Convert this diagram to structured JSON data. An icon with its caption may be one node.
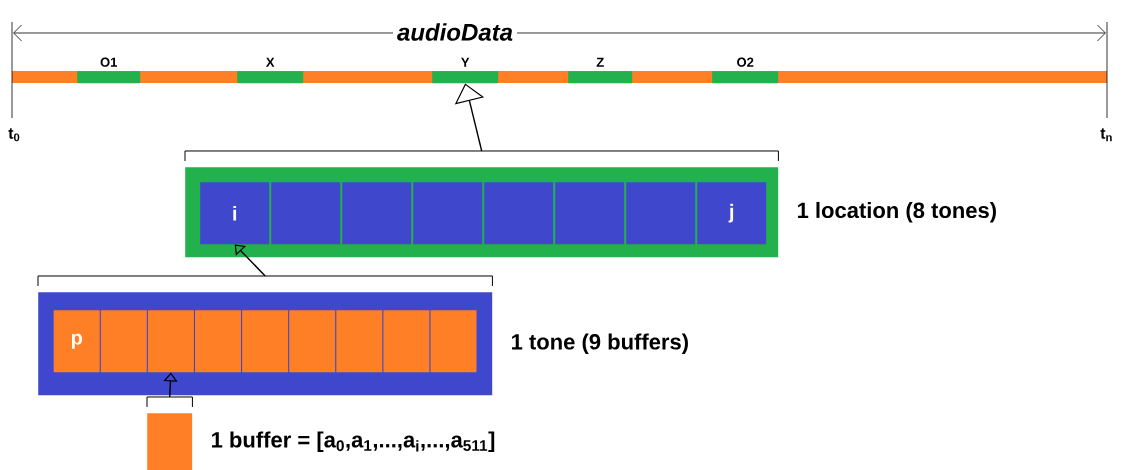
{
  "diagram": {
    "nodes": [
      {
        "text": [
          "O1"
        ]
      },
      {
        "text": [
          "X"
        ]
      },
      {
        "text": [
          "Y"
        ]
      },
      {
        "text": [
          "Z"
        ]
      },
      {
        "text": [
          "O2"
        ]
      },
      {
        "text": [],
        "shape": "box",
        "beside": [
          "1 location (8 tones)"
        ]
      },
      {
        "text": [
          "i"
        ],
        "in": 5
      },
      {
        "text": [],
        "shape": "box",
        "in": 5
      },
      {
        "text": [],
        "shape": "box",
        "in": 5
      },
      {
        "text": [],
        "shape": "box",
        "in": 5
      },
      {
        "text": [],
        "shape": "box",
        "in": 5
      },
      {
        "text": [],
        "shape": "box",
        "in": 5
      },
      {
        "text": [],
        "shape": "box",
        "in": 5
      },
      {
        "text": [
          "j"
        ],
        "in": 5
      },
      {
        "text": [],
        "shape": "box",
        "beside": [
          "1 tone (9 buffers)"
        ]
      },
      {
        "text": [
          "p"
        ],
        "in": 14
      },
      {
        "text": [],
        "shape": "box",
        "in": 14
      },
      {
        "text": [],
        "shape": "box",
        "in": 14
      },
      {
        "text": [],
        "shape": "box",
        "in": 14
      },
      {
        "text": [],
        "shape": "box",
        "in": 14
      },
      {
        "text": [],
        "shape": "box",
        "in": 14
      },
      {
        "text": [],
        "shape": "box",
        "in": 14
      },
      {
        "text": [],
        "shape": "box",
        "in": 14
      },
      {
        "text": [],
        "shape": "box",
        "in": 14
      },
      {
        "text": [],
        "shape": "box",
        "beside": [
          "1 buffer = [a$_{0}$,a$_{1}$,...,a$_{i}$,...,a$_{511}$]"
        ]
      }
    ],
    "edges": [
      {
        "from": 5,
        "to": 2,
        "arrow": "to"
      },
      {
        "from": 14,
        "to": 6,
        "arrow": "to"
      },
      {
        "from": 24,
        "to": 17,
        "arrow": "to"
      }
    ],
    "labels": [
      "audioData",
      "t$_{0}$",
      "t$_{n}$"
    ]
  }
}
